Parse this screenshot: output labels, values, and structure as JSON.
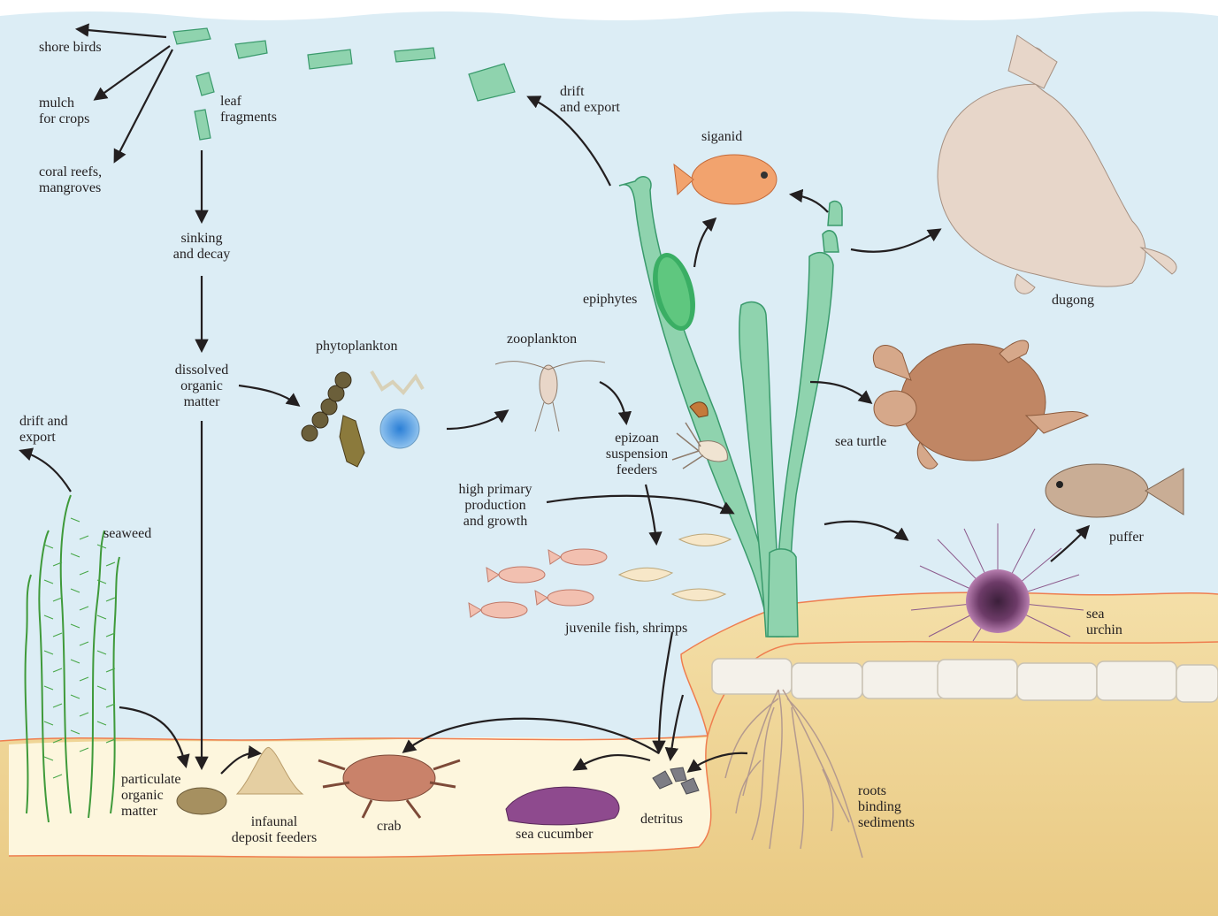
{
  "labels": {
    "shore_birds": "shore birds",
    "mulch": "mulch\nfor crops",
    "coral": "coral reefs,\nmangroves",
    "leaf_fragments": "leaf\nfragments",
    "sinking": "sinking\nand decay",
    "dissolved": "dissolved\norganic\nmatter",
    "drift_export_left": "drift and\nexport",
    "seaweed": "seaweed",
    "particulate": "particulate\norganic\nmatter",
    "infaunal": "infaunal\ndeposit feeders",
    "crab": "crab",
    "sea_cucumber": "sea cucumber",
    "detritus": "detritus",
    "roots": "roots\nbinding\nsediments",
    "phytoplankton": "phytoplankton",
    "zooplankton": "zooplankton",
    "epizoan": "epizoan\nsuspension\nfeeders",
    "high_primary": "high primary\nproduction\nand growth",
    "juvenile": "juvenile fish, shrimps",
    "epiphytes": "epiphytes",
    "drift_export_top": "drift\nand export",
    "siganid": "siganid",
    "dugong": "dugong",
    "sea_turtle": "sea turtle",
    "puffer": "puffer",
    "sea_urchin": "sea\nurchin"
  },
  "colors": {
    "water": "#dcedf5",
    "sediment_dark": "#f0d9a0",
    "sediment_light": "#fdf6dd",
    "seagrass": "#8fd3ae",
    "seagrass_edge": "#3a9a6c",
    "seaweed": "#3f9a3a",
    "arrow": "#231f20",
    "boundary": "#ef7d4f"
  }
}
